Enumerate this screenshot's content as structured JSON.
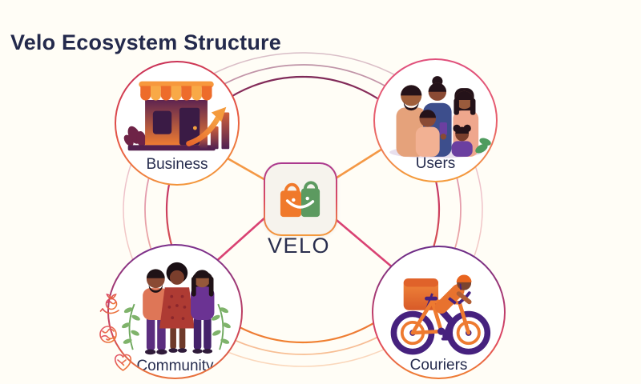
{
  "title": "Velo Ecosystem Structure",
  "center": {
    "label": "VELO",
    "icon": "velo-logo-shopping-bags",
    "bag_left_color": "#F0792B",
    "bag_right_color": "#5C9A60"
  },
  "nodes": {
    "business": {
      "label": "Business",
      "illustration": "storefront-with-growth-arrow-and-bars"
    },
    "users": {
      "label": "Users",
      "illustration": "family-looking-at-phone"
    },
    "community": {
      "label": "Community",
      "illustration": "three-people-with-leafy-vines"
    },
    "couriers": {
      "label": "Couriers",
      "illustration": "delivery-cyclist-with-cargo-box"
    }
  },
  "side_icons": [
    {
      "name": "hand-holding-plant-icon"
    },
    {
      "name": "globe-icon"
    },
    {
      "name": "heart-handshake-icon"
    }
  ],
  "colors": {
    "background": "#FFFDF6",
    "title_text": "#242A4C",
    "label_text": "#262C4E",
    "connector_orange": "#F49845",
    "connector_crimson": "#D94273",
    "arc_purple": "#7E2A58",
    "arc_orange": "#F08030",
    "ring_purple": "#7C2F8A",
    "green_accent": "#5C9A60"
  }
}
